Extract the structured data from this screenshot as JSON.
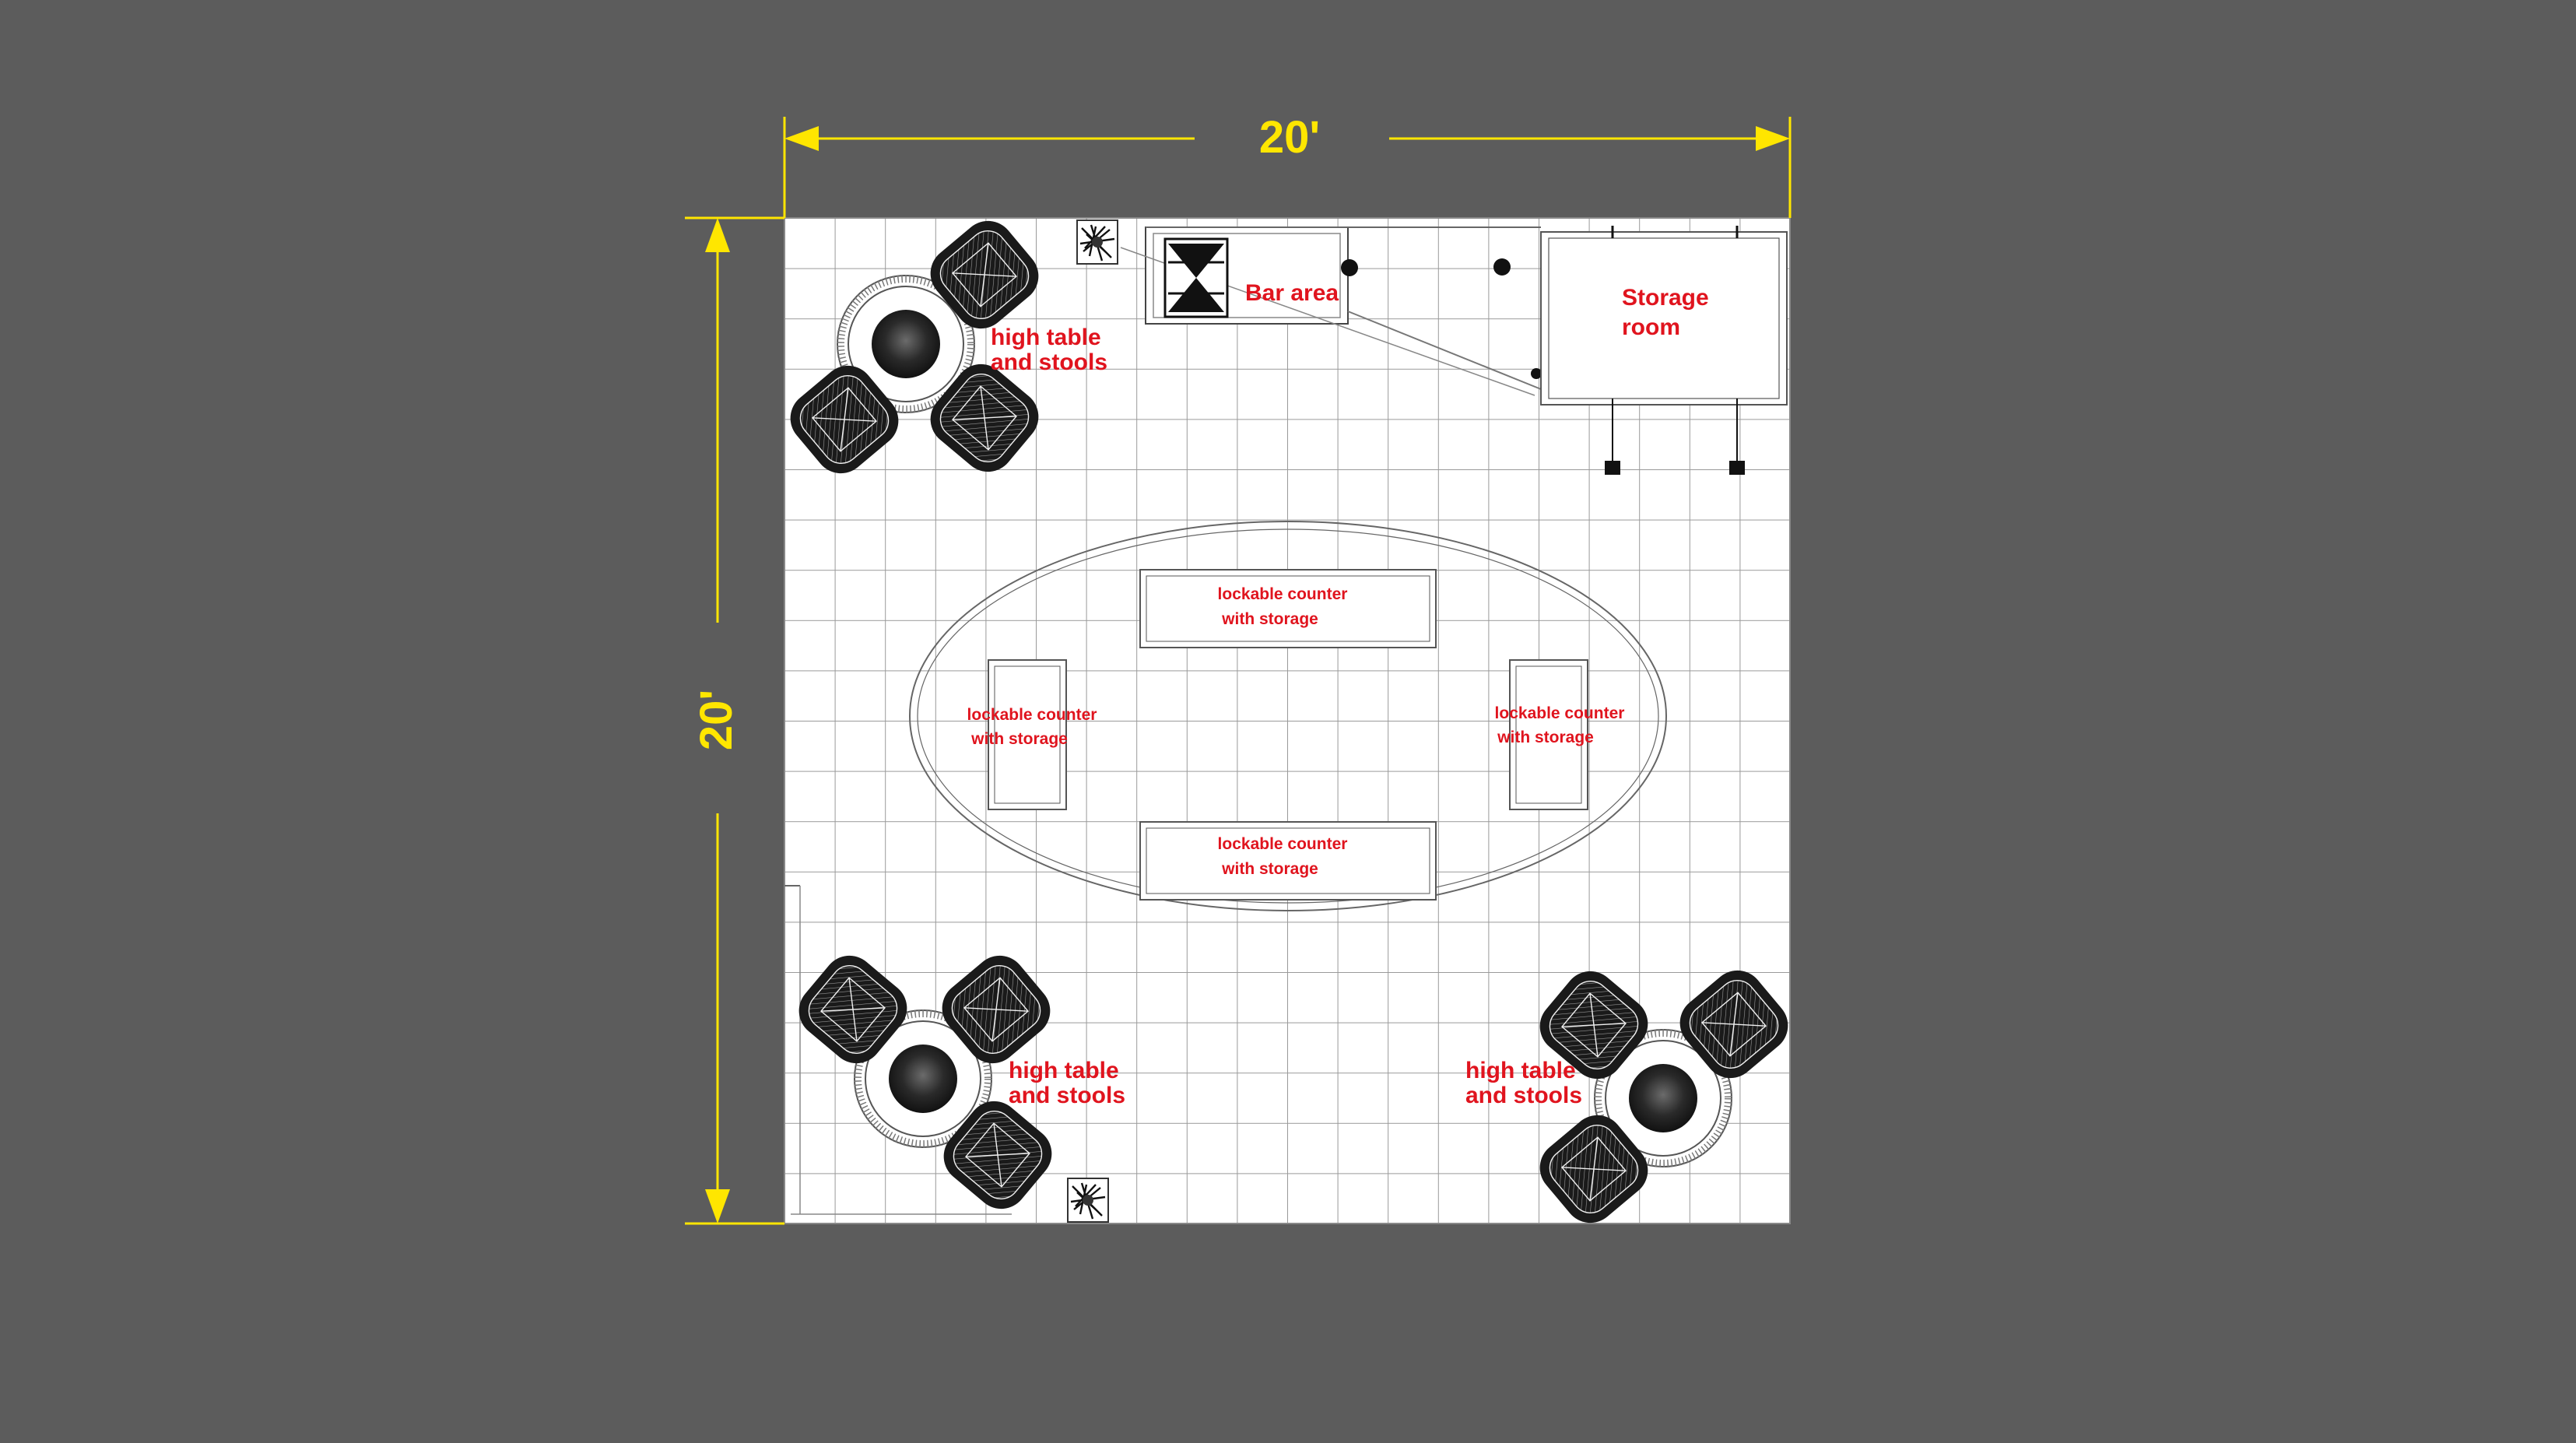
{
  "colors": {
    "background": "#5c5c5c",
    "floor": "#ffffff",
    "grid": "#9a9a9a",
    "dimension": "#ffe600",
    "label": "#e0141e",
    "furniture": "#1a1a1a"
  },
  "dimensions": {
    "width_label": "20'",
    "depth_label": "20'"
  },
  "zones": {
    "bar": "Bar area",
    "storage_line1": "Storage",
    "storage_line2": "room"
  },
  "seating": {
    "top_left": {
      "line1": "high table",
      "line2": "and stools"
    },
    "bottom_left": {
      "line1": "high table",
      "line2": "and stools"
    },
    "bottom_right": {
      "line1": "high table",
      "line2": "and stools"
    }
  },
  "counters": {
    "top": {
      "line1": "lockable counter",
      "line2": "with storage"
    },
    "left": {
      "line1": "lockable counter",
      "line2": "with storage"
    },
    "right": {
      "line1": "lockable counter",
      "line2": "with storage"
    },
    "bottom": {
      "line1": "lockable counter",
      "line2": "with storage"
    }
  },
  "icons": [
    "arrow-left-icon",
    "arrow-right-icon",
    "arrow-up-icon",
    "arrow-down-icon",
    "plant-icon",
    "stool-icon",
    "high-table-icon"
  ]
}
